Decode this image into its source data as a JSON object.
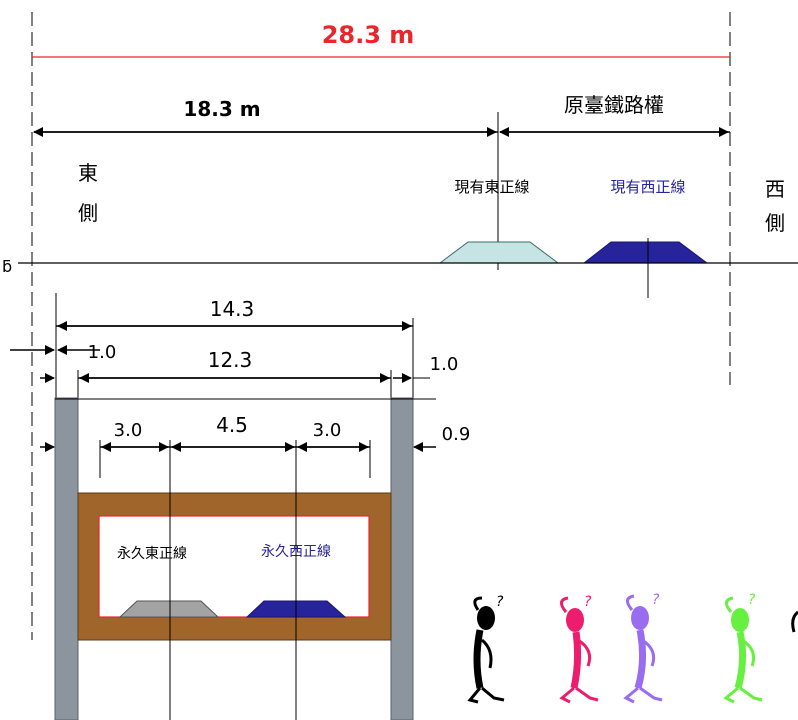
{
  "diagram": {
    "top_width": "28.3 m",
    "west_span": "18.3 m",
    "rail_right_label": "原臺鐵路權",
    "east_side_top": "東",
    "east_side_bottom": "側",
    "west_side_top": "西",
    "west_side_bottom": "側",
    "existing_east_track": "現有東正線",
    "existing_west_track": "現有西正線",
    "outer_width": "14.3",
    "inner_width": "12.3",
    "wall_left": "1.0",
    "wall_right": "1.0",
    "seg_left": "3.0",
    "seg_mid": "4.5",
    "seg_right": "3.0",
    "slab_thickness": "0.9",
    "permanent_east_track": "永久東正線",
    "permanent_west_track": "永久西正線",
    "question_mark": "?"
  },
  "colors": {
    "accent_red": "#e8262c",
    "east_track": "#c7e4e4",
    "west_track": "#26239b",
    "permanent_east": "#a3a3a3",
    "box_brown": "#a0652a",
    "wall_gray": "#8c959e",
    "fig_black": "#000000",
    "fig_pink": "#ee1c6c",
    "fig_purple": "#9a6cf0",
    "fig_green": "#66f040"
  }
}
